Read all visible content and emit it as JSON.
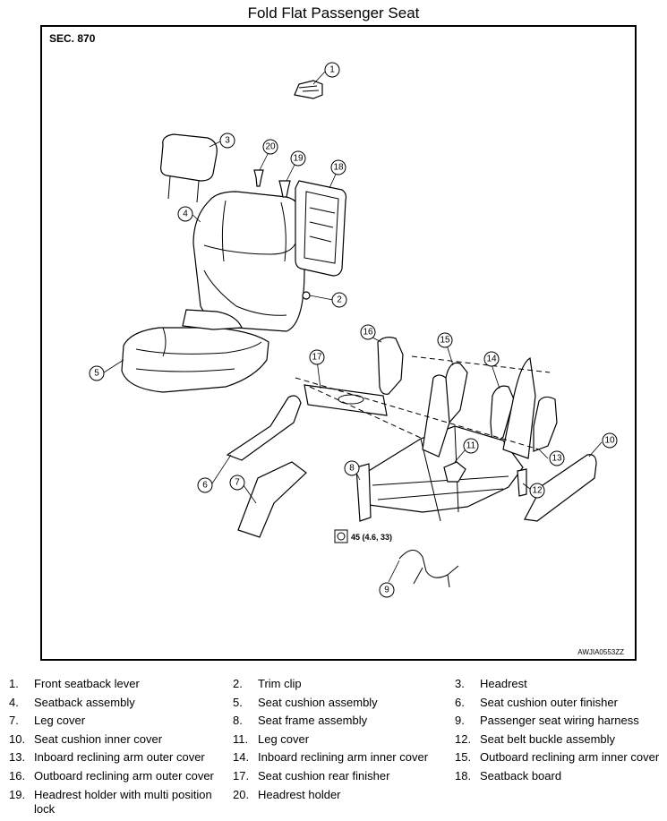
{
  "title": "Fold Flat Passenger Seat",
  "section": "SEC. 870",
  "image_code": "AWJIA0553ZZ",
  "torque_spec": "45 (4.6, 33)",
  "callouts": [
    "1",
    "2",
    "3",
    "4",
    "5",
    "6",
    "7",
    "8",
    "9",
    "10",
    "11",
    "12",
    "13",
    "14",
    "15",
    "16",
    "17",
    "18",
    "19",
    "20"
  ],
  "legend": [
    {
      "num": "1.",
      "text": "Front seatback lever"
    },
    {
      "num": "2.",
      "text": "Trim clip"
    },
    {
      "num": "3.",
      "text": "Headrest"
    },
    {
      "num": "4.",
      "text": "Seatback assembly"
    },
    {
      "num": "5.",
      "text": "Seat cushion assembly"
    },
    {
      "num": "6.",
      "text": "Seat cushion outer finisher"
    },
    {
      "num": "7.",
      "text": "Leg cover"
    },
    {
      "num": "8.",
      "text": "Seat frame assembly"
    },
    {
      "num": "9.",
      "text": "Passenger seat wiring harness"
    },
    {
      "num": "10.",
      "text": "Seat cushion inner cover"
    },
    {
      "num": "11.",
      "text": "Leg cover"
    },
    {
      "num": "12.",
      "text": "Seat belt buckle assembly"
    },
    {
      "num": "13.",
      "text": "Inboard reclining arm outer cover"
    },
    {
      "num": "14.",
      "text": "Inboard reclining arm inner cover"
    },
    {
      "num": "15.",
      "text": "Outboard reclining arm inner cover"
    },
    {
      "num": "16.",
      "text": "Outboard reclining arm outer cover"
    },
    {
      "num": "17.",
      "text": "Seat cushion rear finisher"
    },
    {
      "num": "18.",
      "text": "Seatback board"
    },
    {
      "num": "19.",
      "text": "Headrest holder with multi position lock"
    },
    {
      "num": "20.",
      "text": "Headrest holder"
    }
  ]
}
